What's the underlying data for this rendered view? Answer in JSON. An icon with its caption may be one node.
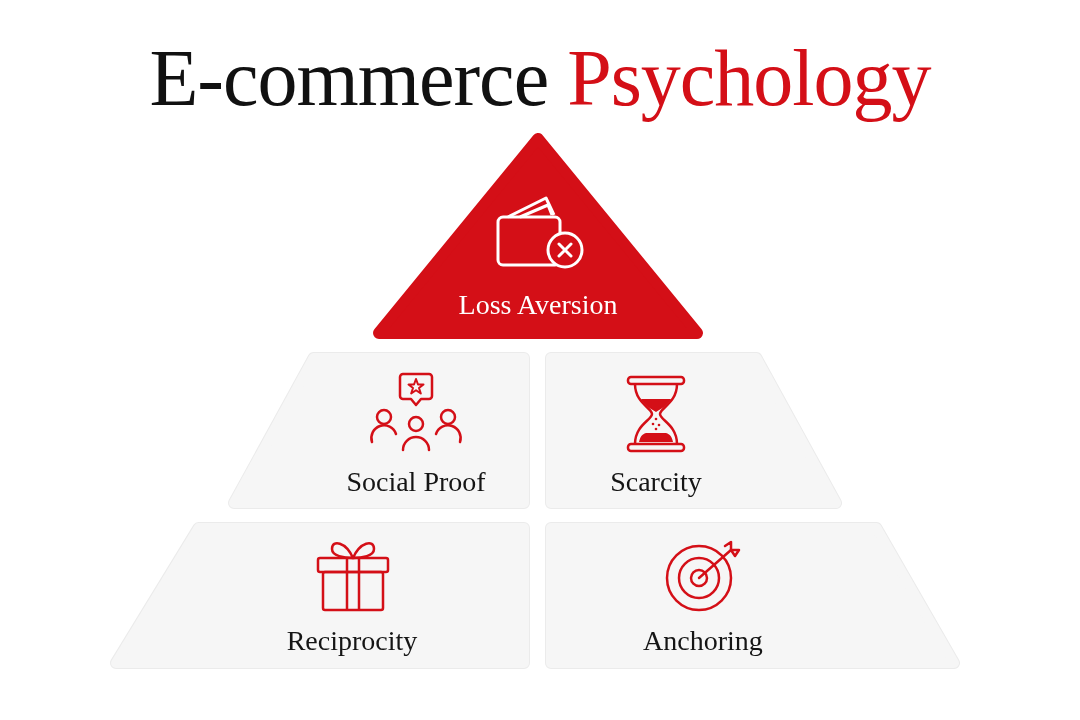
{
  "diagram": {
    "title": "E-commerce Psychology",
    "nodes": [
      {
        "text": [
          "Loss Aversion"
        ]
      },
      {
        "text": [
          "Social Proof"
        ]
      },
      {
        "text": [
          "Scarcity"
        ]
      },
      {
        "text": [
          "Reciprocity"
        ]
      },
      {
        "text": [
          "Anchoring"
        ]
      }
    ]
  }
}
